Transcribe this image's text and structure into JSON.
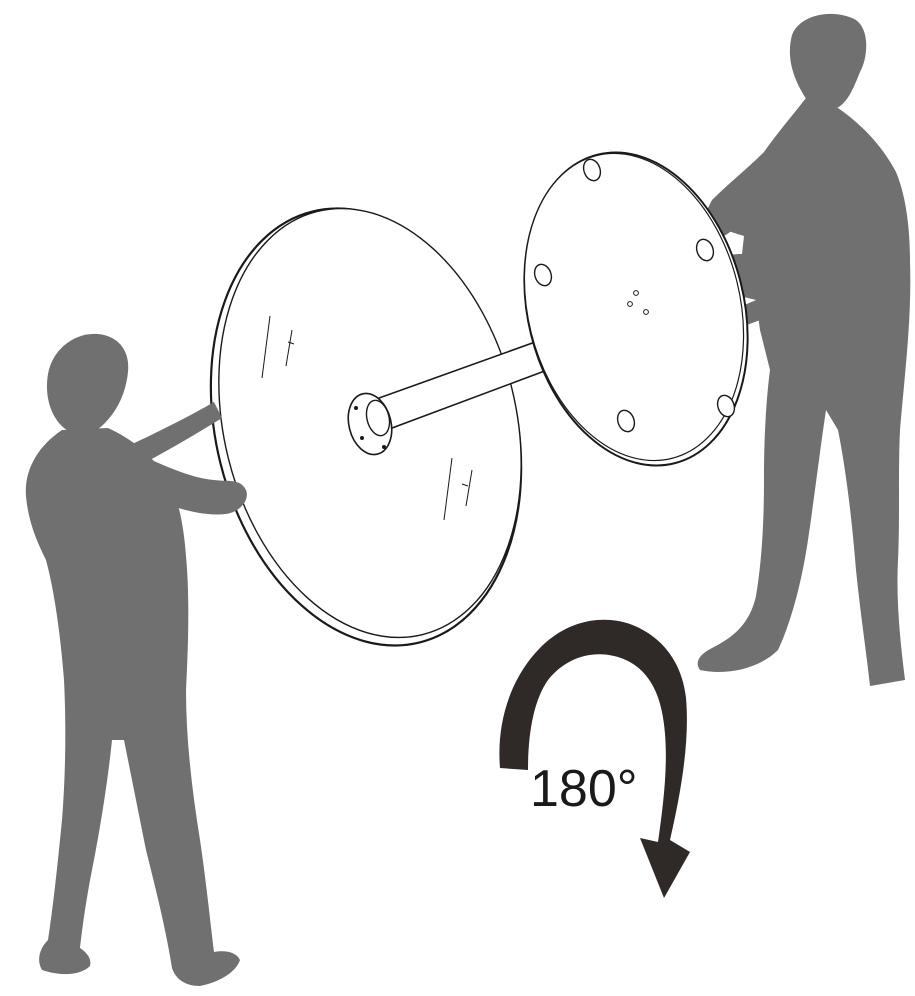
{
  "rotation": {
    "label": "180°",
    "angle_degrees": 180,
    "direction": "clockwise"
  },
  "colors": {
    "silhouette": "#707070",
    "arrow": "#2f2927",
    "outline": "#1a1a1a",
    "surface": "#ffffff"
  }
}
